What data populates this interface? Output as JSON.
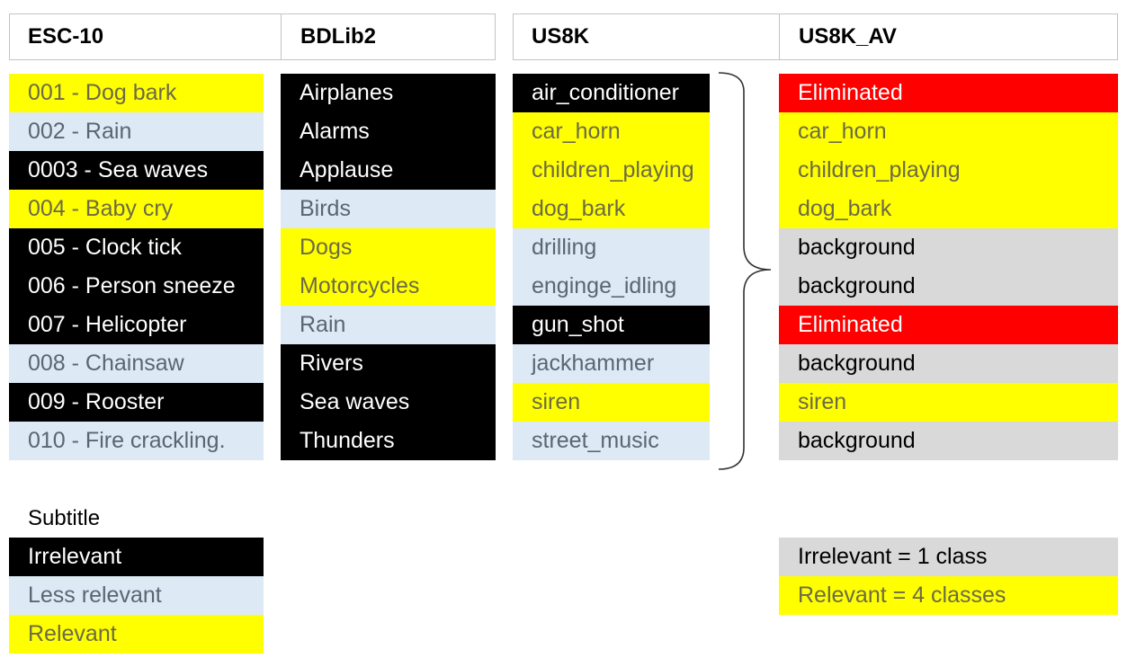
{
  "header": {
    "col1": "ESC-10",
    "col2": "BDLib2",
    "col3": "US8K",
    "col4": "US8K_AV"
  },
  "colors": {
    "irrelevant": "#000000",
    "less_relevant": "#dde9f5",
    "relevant": "#ffff00",
    "background": "#d9d9d9",
    "eliminated": "#ff0000"
  },
  "esc10": [
    {
      "label": "001 - Dog bark",
      "status": "rel"
    },
    {
      "label": "002 - Rain",
      "status": "less"
    },
    {
      "label": "0003 - Sea waves",
      "status": "irr"
    },
    {
      "label": "004 - Baby cry",
      "status": "rel"
    },
    {
      "label": "005 - Clock tick",
      "status": "irr"
    },
    {
      "label": "006 - Person sneeze",
      "status": "irr"
    },
    {
      "label": "007 - Helicopter",
      "status": "irr"
    },
    {
      "label": "008 - Chainsaw",
      "status": "less"
    },
    {
      "label": "009 - Rooster",
      "status": "irr"
    },
    {
      "label": "010 - Fire crackling.",
      "status": "less"
    }
  ],
  "bdlib2": [
    {
      "label": "Airplanes",
      "status": "irr"
    },
    {
      "label": "Alarms",
      "status": "irr"
    },
    {
      "label": "Applause",
      "status": "irr"
    },
    {
      "label": "Birds",
      "status": "less"
    },
    {
      "label": "Dogs",
      "status": "rel"
    },
    {
      "label": "Motorcycles",
      "status": "rel"
    },
    {
      "label": "Rain",
      "status": "less"
    },
    {
      "label": "Rivers",
      "status": "irr"
    },
    {
      "label": "Sea waves",
      "status": "irr"
    },
    {
      "label": "Thunders",
      "status": "irr"
    }
  ],
  "us8k": [
    {
      "label": "air_conditioner",
      "status": "irr"
    },
    {
      "label": "car_horn",
      "status": "rel"
    },
    {
      "label": "children_playing",
      "status": "rel"
    },
    {
      "label": "dog_bark",
      "status": "rel"
    },
    {
      "label": "drilling",
      "status": "less"
    },
    {
      "label": "enginge_idling",
      "status": "less"
    },
    {
      "label": "gun_shot",
      "status": "irr"
    },
    {
      "label": "jackhammer",
      "status": "less"
    },
    {
      "label": "siren",
      "status": "rel"
    },
    {
      "label": "street_music",
      "status": "less"
    }
  ],
  "us8k_av": [
    {
      "label": "Eliminated",
      "status": "elim"
    },
    {
      "label": "car_horn",
      "status": "rel"
    },
    {
      "label": "children_playing",
      "status": "rel"
    },
    {
      "label": "dog_bark",
      "status": "rel"
    },
    {
      "label": "background",
      "status": "bg"
    },
    {
      "label": "background",
      "status": "bg"
    },
    {
      "label": "Eliminated",
      "status": "elim"
    },
    {
      "label": "background",
      "status": "bg"
    },
    {
      "label": "siren",
      "status": "rel"
    },
    {
      "label": "background",
      "status": "bg"
    }
  ],
  "legend": {
    "title": "Subtitle",
    "items": [
      {
        "label": "Irrelevant",
        "status": "irr"
      },
      {
        "label": "Less relevant",
        "status": "less"
      },
      {
        "label": "Relevant",
        "status": "rel"
      }
    ]
  },
  "summary": [
    {
      "label": "Irrelevant = 1 class",
      "status": "bg"
    },
    {
      "label": "Relevant = 4 classes",
      "status": "rel"
    }
  ]
}
